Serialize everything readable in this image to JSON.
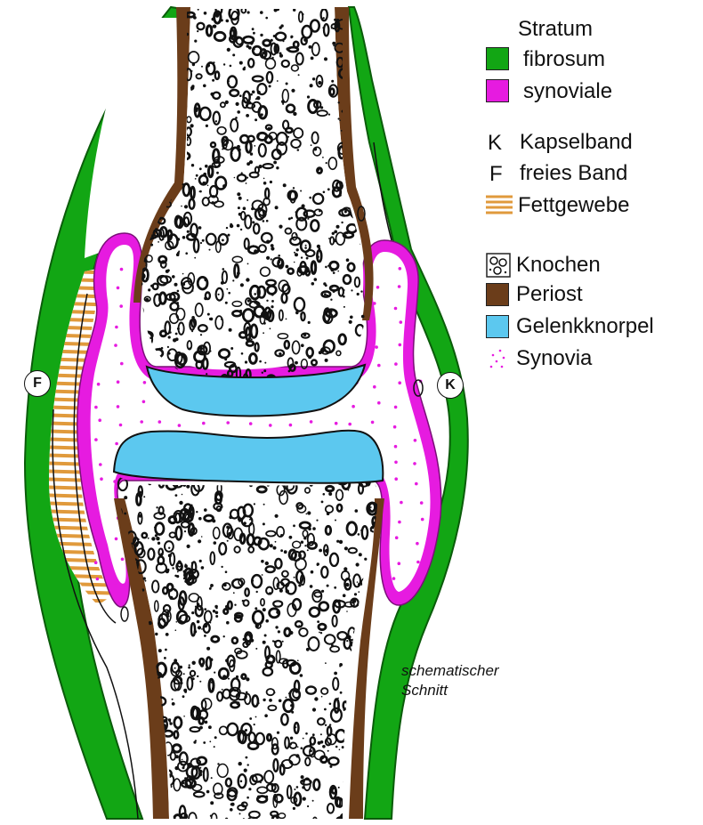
{
  "legend": {
    "stratum_heading": "Stratum",
    "fibrosum": "fibrosum",
    "synoviale": "synoviale",
    "k_letter": "K",
    "kapselband": "Kapselband",
    "f_letter": "F",
    "freies_band": "freies Band",
    "fettgewebe": "Fettgewebe",
    "knochen": "Knochen",
    "periost": "Periost",
    "gelenkknorpel": "Gelenkknorpel",
    "synovia": "Synovia"
  },
  "markers": {
    "f": "F",
    "k": "K"
  },
  "note": {
    "line1": "schematischer",
    "line2": "Schnitt"
  },
  "colors": {
    "fibrosum": "#12a614",
    "synoviale": "#e61be0",
    "periost": "#6b3d1a",
    "gelenkknorpel": "#5cc8ef",
    "fettgewebe": "#e09a3c",
    "synovia": "#e61be0",
    "bone_speckle": "#111111"
  }
}
